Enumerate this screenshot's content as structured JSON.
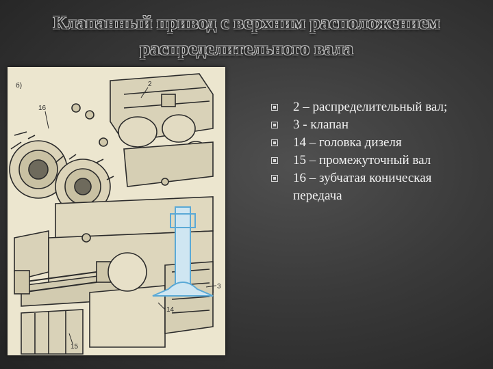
{
  "slide": {
    "title": "Клапанный привод с верхним расположением распределительного вала"
  },
  "figure": {
    "panel_label": "б)",
    "callouts": [
      "2",
      "16",
      "3",
      "14",
      "15"
    ]
  },
  "bullets": [
    {
      "text": "2 – распределительный вал;",
      "icon": "square-bullet-icon"
    },
    {
      "text": "3 - клапан",
      "icon": "square-bullet-icon"
    },
    {
      "text": "14 – головка дизеля",
      "icon": "square-bullet-icon"
    },
    {
      "text": "15 – промежуточный вал",
      "icon": "square-bullet-icon"
    },
    {
      "text": "16 – зубчатая коническая передача",
      "icon": "square-bullet-icon"
    }
  ],
  "colors": {
    "background": "#3a3a3a",
    "figure_paper": "#ece6cf",
    "valve_highlight": "#5aa9d6"
  }
}
